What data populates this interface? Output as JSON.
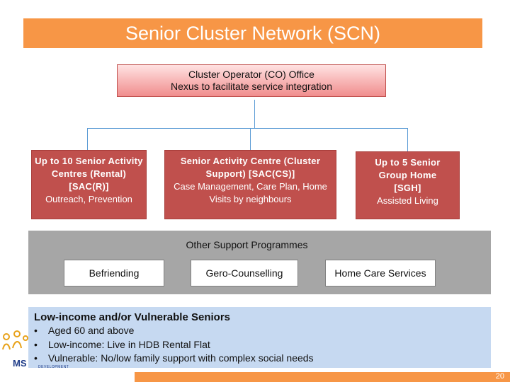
{
  "title": "Senior Cluster Network (SCN)",
  "co_office": {
    "title": "Cluster Operator (CO) Office",
    "subtitle": "Nexus to facilitate service integration"
  },
  "boxes": [
    {
      "bold": "Up to 10 Senior Activity Centres (Rental) [SAC(R)]",
      "text": "Outreach, Prevention"
    },
    {
      "bold": "Senior Activity Centre (Cluster Support) [SAC(CS)]",
      "text": "Case Management, Care Plan, Home Visits by neighbours"
    },
    {
      "bold": "Up to 5 Senior Group Home [SGH]",
      "text": "Assisted Living"
    }
  ],
  "support": {
    "title": "Other Support Programmes",
    "items": [
      "Befriending",
      "Gero-Counselling",
      "Home Care Services"
    ]
  },
  "seniors": {
    "title": "Low-income and/or Vulnerable Seniors",
    "bullets": [
      "Aged 60 and above",
      "Low-income:  Live in HDB Rental Flat",
      "Vulnerable:  No/low family support with complex social needs"
    ]
  },
  "logo": {
    "text": "MS",
    "subtext": "DEVELOPMENT"
  },
  "page_number": "20",
  "colors": {
    "accent_orange": "#f79646",
    "red_box": "#c0504d",
    "connector": "#5b9bd5",
    "grey_panel": "#a6a6a6",
    "blue_panel": "#c6d9f1"
  }
}
